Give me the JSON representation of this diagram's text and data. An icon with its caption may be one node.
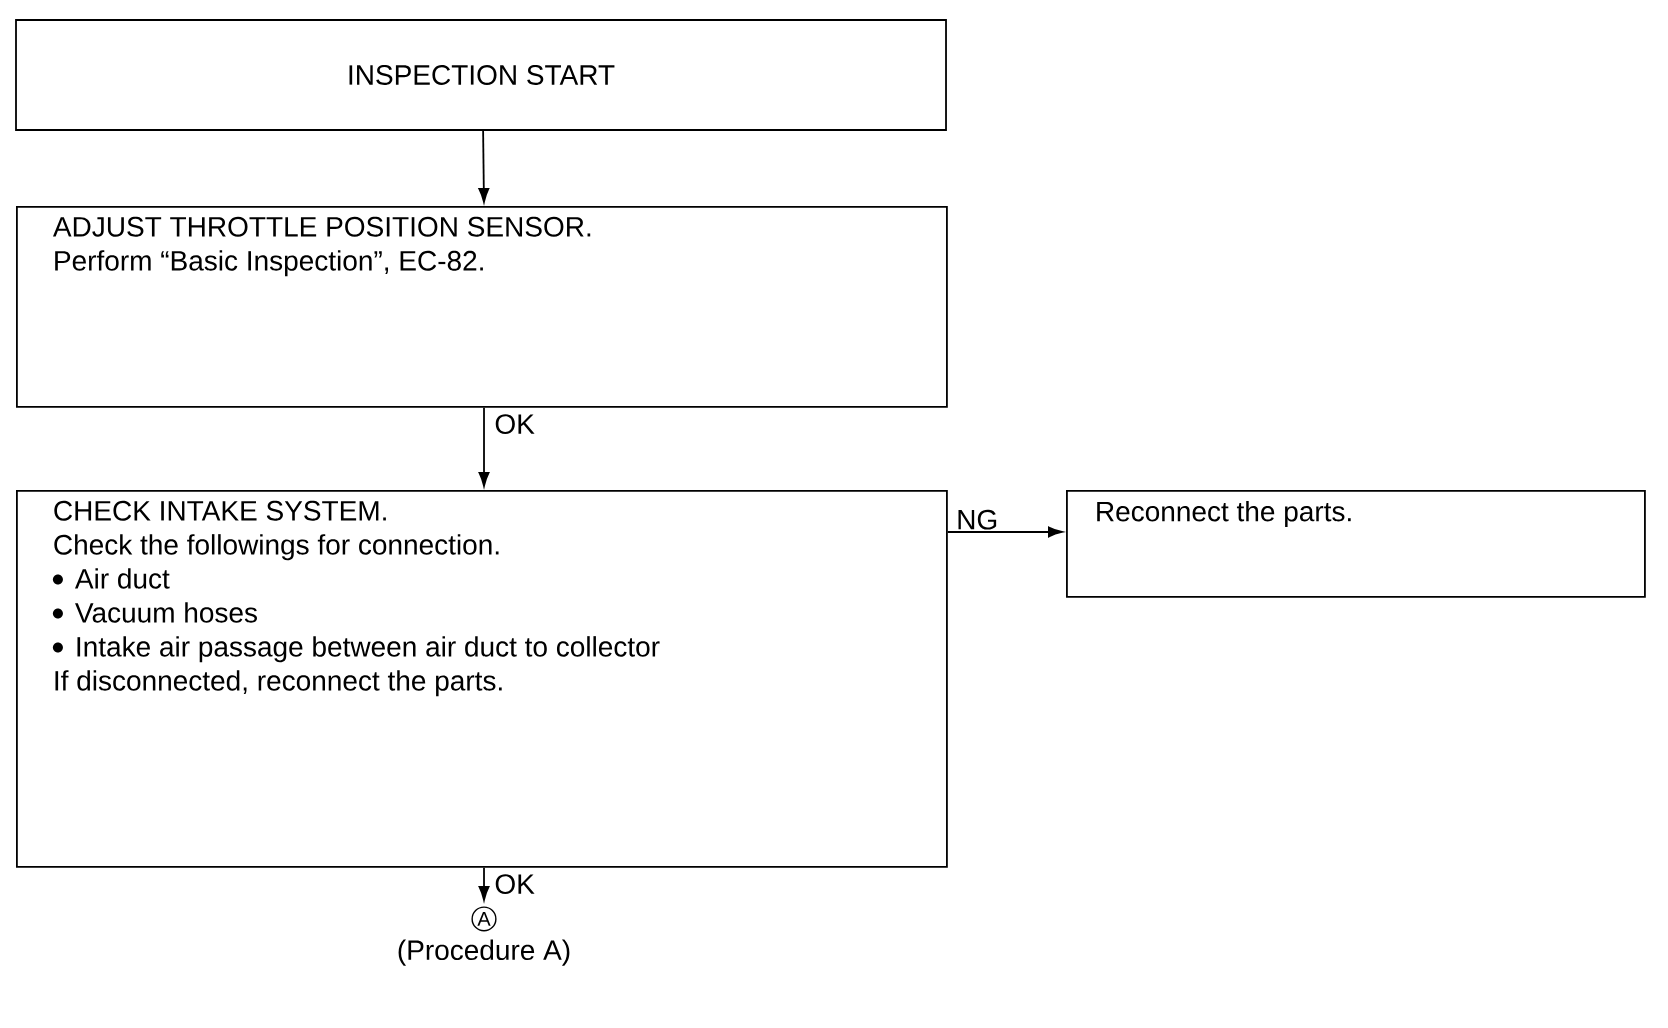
{
  "diagram": {
    "nodes": [
      {
        "text": [
          "INSPECTION START"
        ]
      },
      {
        "text": [
          "ADJUST THROTTLE POSITION SENSOR.",
          "Perform “Basic Inspection”, EC-82."
        ]
      },
      {
        "text": [
          "CHECK INTAKE SYSTEM.",
          "Check the followings for connection.",
          "Air duct",
          "Vacuum hoses",
          "Intake air passage between air duct to collector",
          "If disconnected, reconnect the parts."
        ]
      },
      {
        "text": [
          "Reconnect the parts."
        ]
      },
      {
        "text": [
          "A",
          "(Procedure A)"
        ]
      }
    ],
    "edges": [
      {
        "from": 0,
        "to": 1,
        "arrow": "to"
      },
      {
        "from": 1,
        "to": 2,
        "arrow": "to",
        "label": "OK"
      },
      {
        "from": 2,
        "to": 3,
        "arrow": "to",
        "label": "NG"
      },
      {
        "from": 2,
        "to": 4,
        "arrow": "to",
        "label": "OK"
      }
    ]
  }
}
